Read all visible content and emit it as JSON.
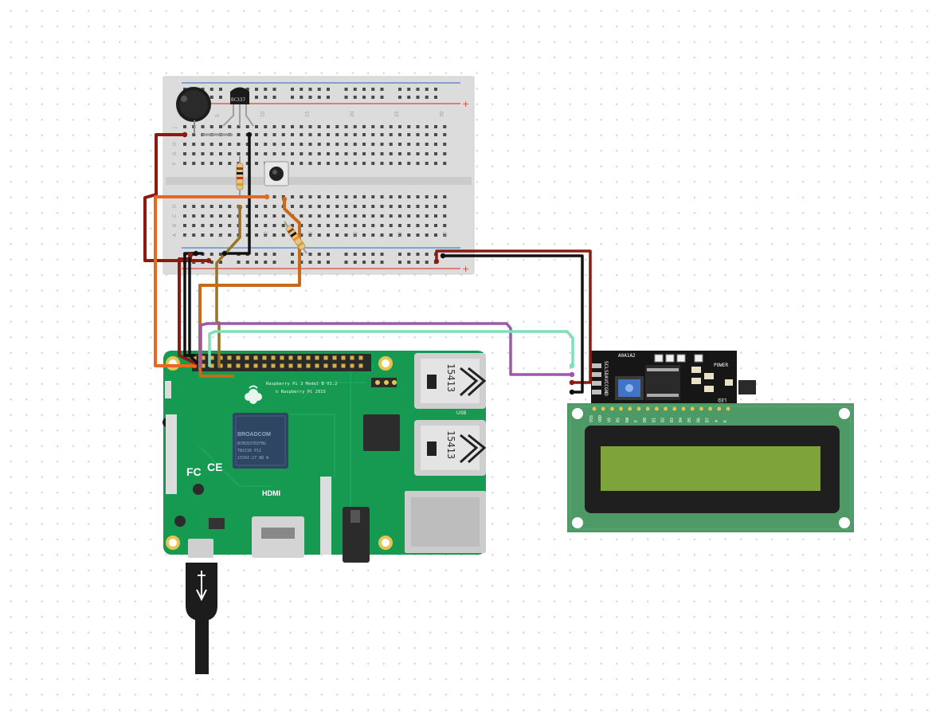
{
  "breadboard": {
    "row_letters_top": [
      "J",
      "I",
      "H",
      "G",
      "F"
    ],
    "row_letters_bottom": [
      "E",
      "D",
      "C",
      "B",
      "A"
    ],
    "column_numbers": [
      "1",
      "5",
      "10",
      "15",
      "20",
      "25",
      "30"
    ],
    "rail_plus": "+",
    "rail_minus": "−"
  },
  "transistor": {
    "label": "BC337"
  },
  "raspberry_pi": {
    "title": "Raspberry Pi 3 Model B V1.2",
    "copyright": "© Raspberry Pi 2015",
    "soc_brand": "BROADCOM",
    "soc_part": "BCM2837RIFBG",
    "soc_code": "TN1536 P11",
    "soc_lot": "1534I-27 N8 W",
    "hdmi_label": "HDMI",
    "usb_label": "15413",
    "usb_port_label": "USB",
    "fc_mark": "FC",
    "ce_mark": "CE"
  },
  "lcd_backpack": {
    "address_label": "A0A1A2",
    "power_label": "POWER",
    "led_label": "LED",
    "pins": [
      "SCL",
      "SDA",
      "VCC",
      "GND"
    ]
  },
  "lcd": {
    "pin_labels": [
      "VSS",
      "VDD",
      "VO",
      "RS",
      "RW",
      "E",
      "D0",
      "D1",
      "D2",
      "D3",
      "D4",
      "D5",
      "D6",
      "D7",
      "A",
      "K"
    ]
  },
  "wire_colors": {
    "red": "#8b1a10",
    "black": "#111111",
    "orange": "#e8681e",
    "dark_orange": "#c86a1c",
    "brown": "#9a7226",
    "purple": "#9b59a8",
    "aqua": "#7fe0b8"
  }
}
